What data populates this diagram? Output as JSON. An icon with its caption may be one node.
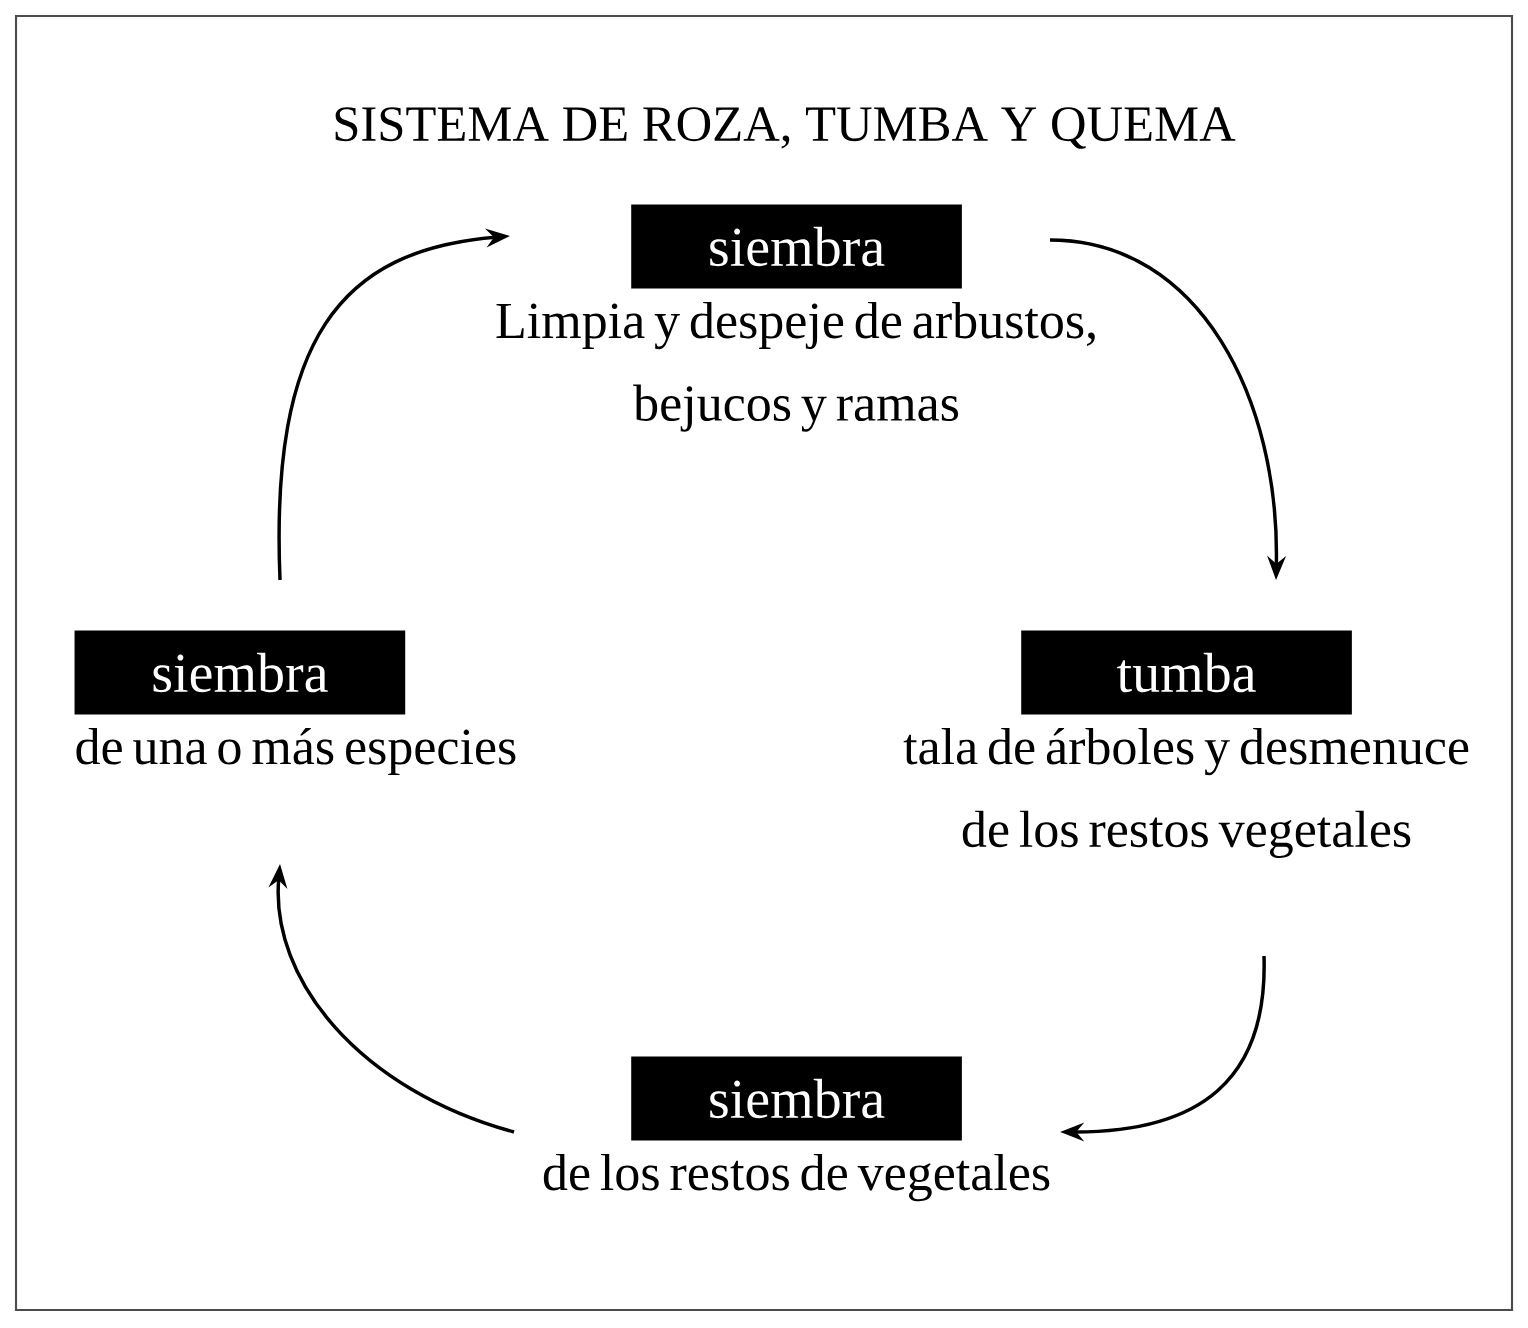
{
  "diagram": {
    "title": "SISTEMA DE ROZA, TUMBA Y QUEMA",
    "nodes": [
      {
        "text": [
          "siembra"
        ],
        "beside": [
          "Limpia y despeje de arbustos, bejucos y ramas"
        ]
      },
      {
        "text": [
          "tumba"
        ],
        "beside": [
          "tala de árboles y desmenuce de los restos vegetales"
        ]
      },
      {
        "text": [
          "siembra"
        ],
        "beside": [
          "de los restos de vegetales"
        ]
      },
      {
        "text": [
          "siembra"
        ],
        "beside": [
          "de una o más especies"
        ]
      }
    ],
    "edges": [
      {
        "from": 0,
        "to": 1,
        "arrow": "to"
      },
      {
        "from": 1,
        "to": 2,
        "arrow": "to"
      },
      {
        "from": 2,
        "to": 3,
        "arrow": "to"
      },
      {
        "from": 3,
        "to": 0,
        "arrow": "to"
      }
    ]
  }
}
